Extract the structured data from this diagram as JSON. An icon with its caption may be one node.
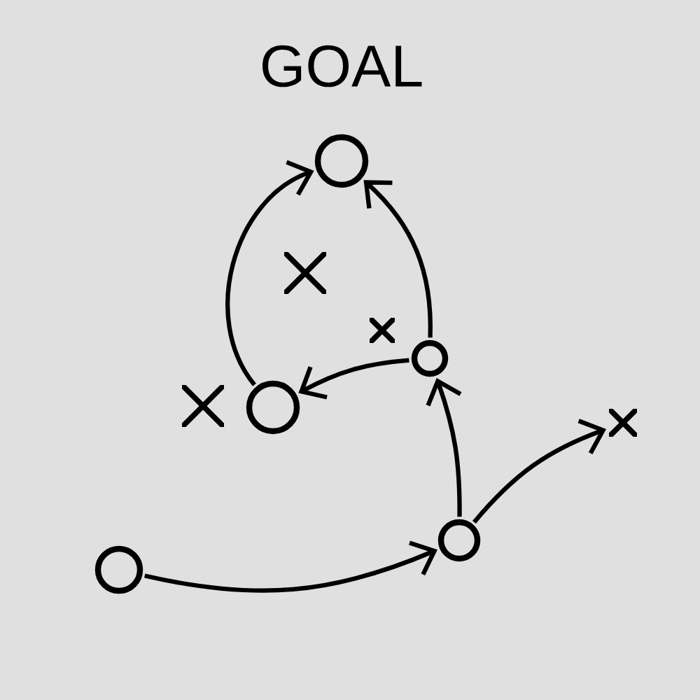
{
  "diagram": {
    "nodes": [
      {
        "text": [
          "GOAL"
        ]
      },
      {
        "text": [],
        "shape": "cross"
      },
      {
        "text": [],
        "shape": "cross"
      },
      {
        "text": [],
        "shape": "circle"
      },
      {
        "text": [],
        "shape": "cross"
      },
      {
        "text": [],
        "shape": "circle"
      },
      {
        "text": [],
        "shape": "cross"
      },
      {
        "text": [],
        "shape": "circle"
      },
      {
        "text": [],
        "shape": "circle"
      }
    ],
    "edges": [
      {
        "from": 8,
        "to": 7,
        "arrow": "to"
      },
      {
        "from": 7,
        "to": 3,
        "arrow": "to"
      },
      {
        "from": 7,
        "to": 6,
        "arrow": "to"
      },
      {
        "from": 3,
        "to": 5,
        "arrow": "to"
      },
      {
        "from": 5,
        "to": 0,
        "arrow": "to"
      },
      {
        "from": 3,
        "to": 0,
        "arrow": "to"
      }
    ]
  }
}
